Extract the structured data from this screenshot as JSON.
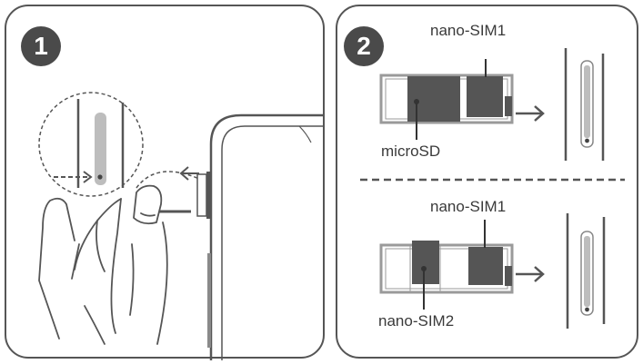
{
  "steps": [
    {
      "number": "1"
    },
    {
      "number": "2"
    }
  ],
  "labels": {
    "top_nano_sim1": "nano-SIM1",
    "microsd": "microSD",
    "bottom_nano_sim1": "nano-SIM1",
    "nano_sim2": "nano-SIM2"
  },
  "colors": {
    "outline": "#555555",
    "card": "#555555",
    "tray": "#9a9a9a",
    "badge": "#4a4a4a"
  },
  "icons": [
    "right-arrow-icon",
    "left-arrow-icon",
    "hand-icon",
    "phone-icon",
    "eject-pin-icon",
    "sim-tray-icon"
  ]
}
